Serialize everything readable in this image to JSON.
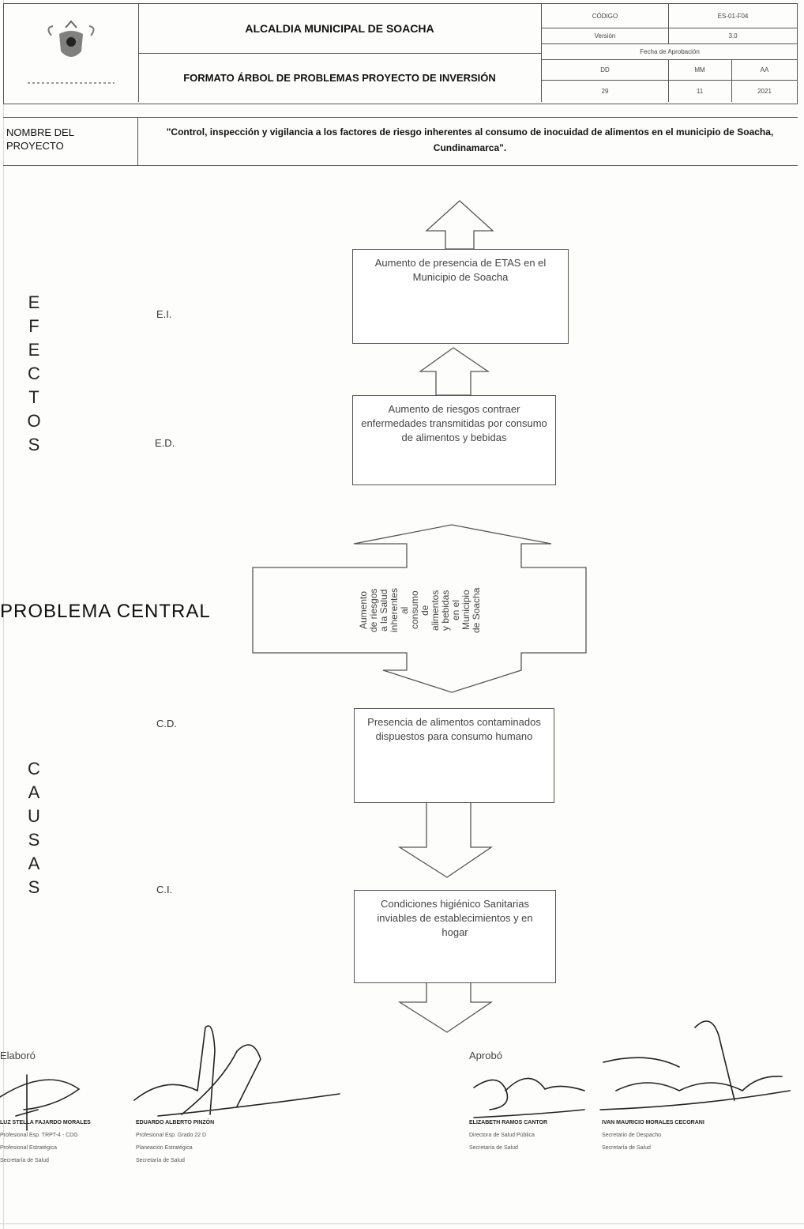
{
  "header": {
    "institution": "ALCALDIA MUNICIPAL DE SOACHA",
    "form_title": "FORMATO ÁRBOL DE PROBLEMAS PROYECTO DE INVERSIÓN",
    "codigo_label": "CÓDIGO",
    "codigo_value": "ES-01-F04",
    "version_label": "Versión",
    "version_value": "3.0",
    "fecha_label": "Fecha de Aprobación",
    "dd_label": "DD",
    "mm_label": "MM",
    "aa_label": "AA",
    "dd_value": "29",
    "mm_value": "11",
    "aa_value": "2021"
  },
  "project": {
    "label": "NOMBRE DEL PROYECTO",
    "name": "\"Control, inspección y vigilancia a los factores de riesgo inherentes al consumo de inocuidad de alimentos en el municipio de Soacha, Cundinamarca\"."
  },
  "sections": {
    "efectos": [
      "E",
      "F",
      "E",
      "C",
      "T",
      "O",
      "S"
    ],
    "causas": [
      "C",
      "A",
      "U",
      "S",
      "A",
      "S"
    ],
    "central_label": "PROBLEMA  CENTRAL"
  },
  "codes": {
    "ei": "E.I.",
    "ed": "E.D.",
    "cd": "C.D.",
    "ci": "C.I."
  },
  "boxes": {
    "ei": "Aumento de presencia de ETAS en el Municipio de Soacha",
    "ed": "Aumento de riesgos contraer enfermedades transmitidas por consumo de alimentos y bebidas",
    "central": "Aumento\nde riesgos\na la Salud\ninherentes\nal\nconsumo\nde\nalimentos\ny bebidas\nen el\nMunicipio\nde Soacha",
    "cd": "Presencia de alimentos contaminados dispuestos para consumo humano",
    "ci": "Condiciones higiénico Sanitarias inviables de establecimientos y en hogar"
  },
  "signatures": {
    "elaboro_label": "Elaboró",
    "aprobo_label": "Aprobó",
    "signers": [
      {
        "name": "LUZ STELLA FAJARDO MORALES",
        "line1": "Profesional Esp. TRPT-4 - CDG",
        "line2": "Profesional Estratégica",
        "line3": "Secretaría de Salud"
      },
      {
        "name": "EDUARDO ALBERTO PINZÓN",
        "line1": "Profesional Esp. Grado 22 D",
        "line2": "Planeación Estratégica",
        "line3": "Secretaría de Salud"
      },
      {
        "name": "ELIZABETH RAMOS CANTOR",
        "line1": "Directora de Salud Pública",
        "line2": "Secretaría de Salud",
        "line3": ""
      },
      {
        "name": "IVAN MAURICIO MORALES CECORANI",
        "line1": "Secretario de Despacho",
        "line2": "Secretaría de Salud",
        "line3": ""
      }
    ]
  }
}
